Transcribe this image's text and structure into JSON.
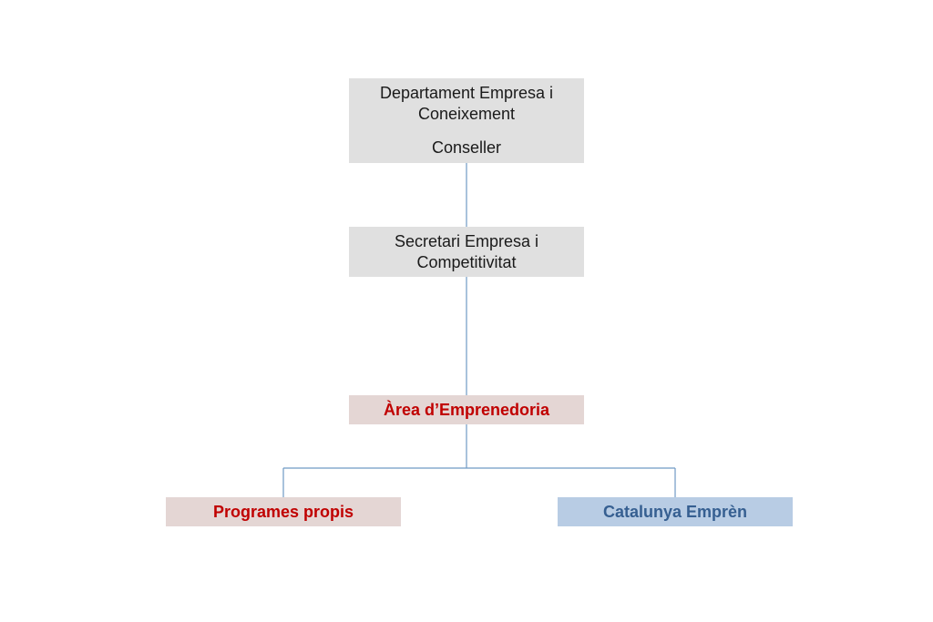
{
  "org_chart": {
    "department": {
      "title": "Departament Empresa i Coneixement",
      "role": "Conseller"
    },
    "secretary": {
      "title": "Secretari Empresa i Competitivitat"
    },
    "area": {
      "title": "Àrea d’Emprenedoria",
      "text_color": "#c00000",
      "fill": "#e4d6d4"
    },
    "branches": [
      {
        "title": "Programes propis",
        "text_color": "#c00000",
        "fill": "#e4d6d4"
      },
      {
        "title": "Catalunya Emprèn",
        "text_color": "#365f91",
        "fill": "#b8cce4"
      }
    ],
    "colors": {
      "box_gray": "#e0e0e0",
      "connector": "#6f9ac4"
    }
  }
}
